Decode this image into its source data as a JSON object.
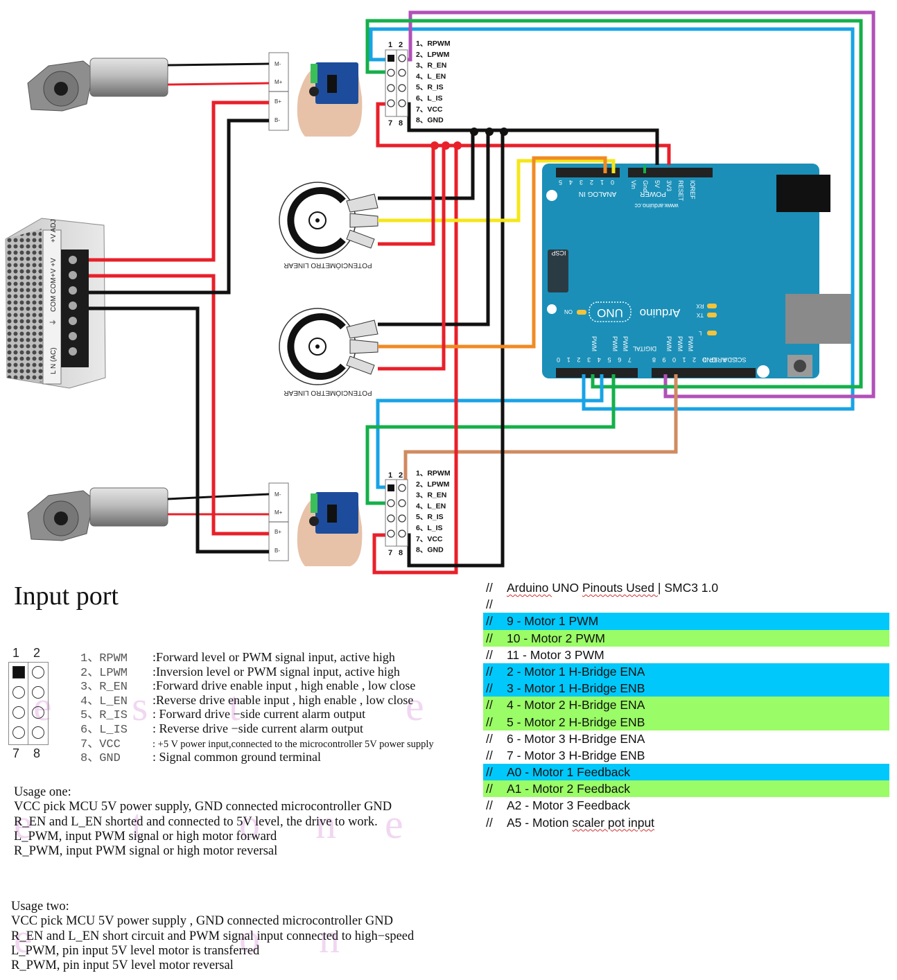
{
  "diagram": {
    "arduino": {
      "brand_label": "Arduino",
      "model_label": "UNO",
      "on_label": "ON",
      "website": "www.arduino.cc",
      "power_label": "POWER",
      "analog_label": "ANALOG IN",
      "digital_label": "DIGITAL",
      "icsp_label": "ICSP",
      "leds": [
        "RX",
        "TX",
        "L"
      ],
      "analog_pins": [
        "5",
        "4",
        "3",
        "2",
        "1",
        "0"
      ],
      "power_pins": [
        "Vin",
        "Gnd",
        "5V",
        "3V3",
        "RESET",
        "IOREF"
      ],
      "digital_pins_low": [
        "RX 0",
        "TX 1",
        "2",
        "3",
        "4",
        "5",
        "6",
        "7"
      ],
      "digital_pins_high": [
        "8",
        "9",
        "10",
        "11",
        "12",
        "13",
        "GND",
        "AREF",
        "SDA",
        "SCL"
      ],
      "pwm_label": "PWM",
      "board_color": "#1b8fb8"
    },
    "power_supply": {
      "terminal_labels": [
        "+V ADJ",
        "+V +V",
        "COM COM",
        "⏚",
        "L N (AC)"
      ]
    },
    "potentiometer_label": "POTENCIÓMETRO LINEAR",
    "driver_terminal_labels": [
      "M-",
      "M+",
      "B+",
      "B-"
    ],
    "header": {
      "top_numbers": [
        "1",
        "2"
      ],
      "bottom_numbers": [
        "7",
        "8"
      ],
      "pins": [
        "1、RPWM",
        "2、LPWM",
        "3、R_EN",
        "4、L_EN",
        "5、R_IS",
        "6、L_IS",
        "7、VCC",
        "8、GND"
      ]
    },
    "wire_colors": {
      "power": "#e8202a",
      "ground": "#111111",
      "blue": "#18a3e6",
      "green": "#15b04a",
      "purple": "#b150b8",
      "brown": "#d08a60",
      "yellow": "#f5e61a",
      "orange": "#f08a24"
    }
  },
  "input_port": {
    "title": "Input port",
    "header_top": [
      "1",
      "2"
    ],
    "header_bottom": [
      "7",
      "8"
    ],
    "pins": [
      {
        "name": "1、RPWM",
        "desc": ":Forward level or PWM signal input, active high"
      },
      {
        "name": "2、LPWM",
        "desc": ":Inversion level or PWM signal input, active high"
      },
      {
        "name": "3、R_EN",
        "desc": ":Forward drive enable input , high enable , low close"
      },
      {
        "name": "4、L_EN",
        "desc": ":Reverse drive enable input , high enable , low close"
      },
      {
        "name": "5、R_IS",
        "desc": ": Forward drive −side current alarm output"
      },
      {
        "name": "6、L_IS",
        "desc": ": Reverse drive −side current alarm output"
      },
      {
        "name": "7、VCC",
        "desc": ": +5 V power input,connected to the microcontroller 5V power supply"
      },
      {
        "name": "8、GND",
        "desc": ": Signal common ground terminal"
      }
    ],
    "usage_one": {
      "title": "Usage one:",
      "lines": [
        "VCC pick MCU 5V power supply, GND connected microcontroller GND",
        "R_EN and L_EN shorted and connected to 5V level, the drive to work.",
        "L_PWM, input PWM signal or high motor forward",
        "R_PWM, input PWM signal or high motor reversal"
      ]
    },
    "usage_two": {
      "title": "Usage two:",
      "lines": [
        "VCC pick MCU 5V power supply , GND connected microcontroller GND",
        "R_EN and L_EN short circuit and PWM signal input connected to high−speed",
        "L_PWM, pin input 5V level motor is transferred",
        "R_PWM, pin input 5V level motor reversal"
      ]
    },
    "watermark": [
      "e",
      "s",
      "t",
      "o",
      "n",
      "e"
    ]
  },
  "pinout_list": {
    "comment": "//",
    "highlight_colors": {
      "blue": "#00c8fa",
      "green": "#9afc66"
    },
    "lines": [
      {
        "text": "Arduino UNO Pinouts Used | SMC3 1.0",
        "hl": ""
      },
      {
        "text": "",
        "hl": ""
      },
      {
        "text": "9 - Motor 1 PWM",
        "hl": "blue"
      },
      {
        "text": "10 - Motor 2 PWM",
        "hl": "green"
      },
      {
        "text": "11 - Motor 3 PWM",
        "hl": ""
      },
      {
        "text": "2 - Motor 1 H-Bridge ENA",
        "hl": "blue"
      },
      {
        "text": "3 - Motor 1 H-Bridge ENB",
        "hl": "blue"
      },
      {
        "text": "4 - Motor 2 H-Bridge ENA",
        "hl": "green"
      },
      {
        "text": "5 - Motor 2 H-Bridge ENB",
        "hl": "green"
      },
      {
        "text": "6 - Motor 3 H-Bridge ENA",
        "hl": ""
      },
      {
        "text": "7 - Motor 3 H-Bridge ENB",
        "hl": ""
      },
      {
        "text": "A0 - Motor 1 Feedback",
        "hl": "blue"
      },
      {
        "text": "A1 - Motor 2 Feedback",
        "hl": "green"
      },
      {
        "text": "A2 - Motor 3 Feedback",
        "hl": ""
      },
      {
        "text": "A5 - Motion scaler pot input",
        "hl": ""
      }
    ]
  }
}
